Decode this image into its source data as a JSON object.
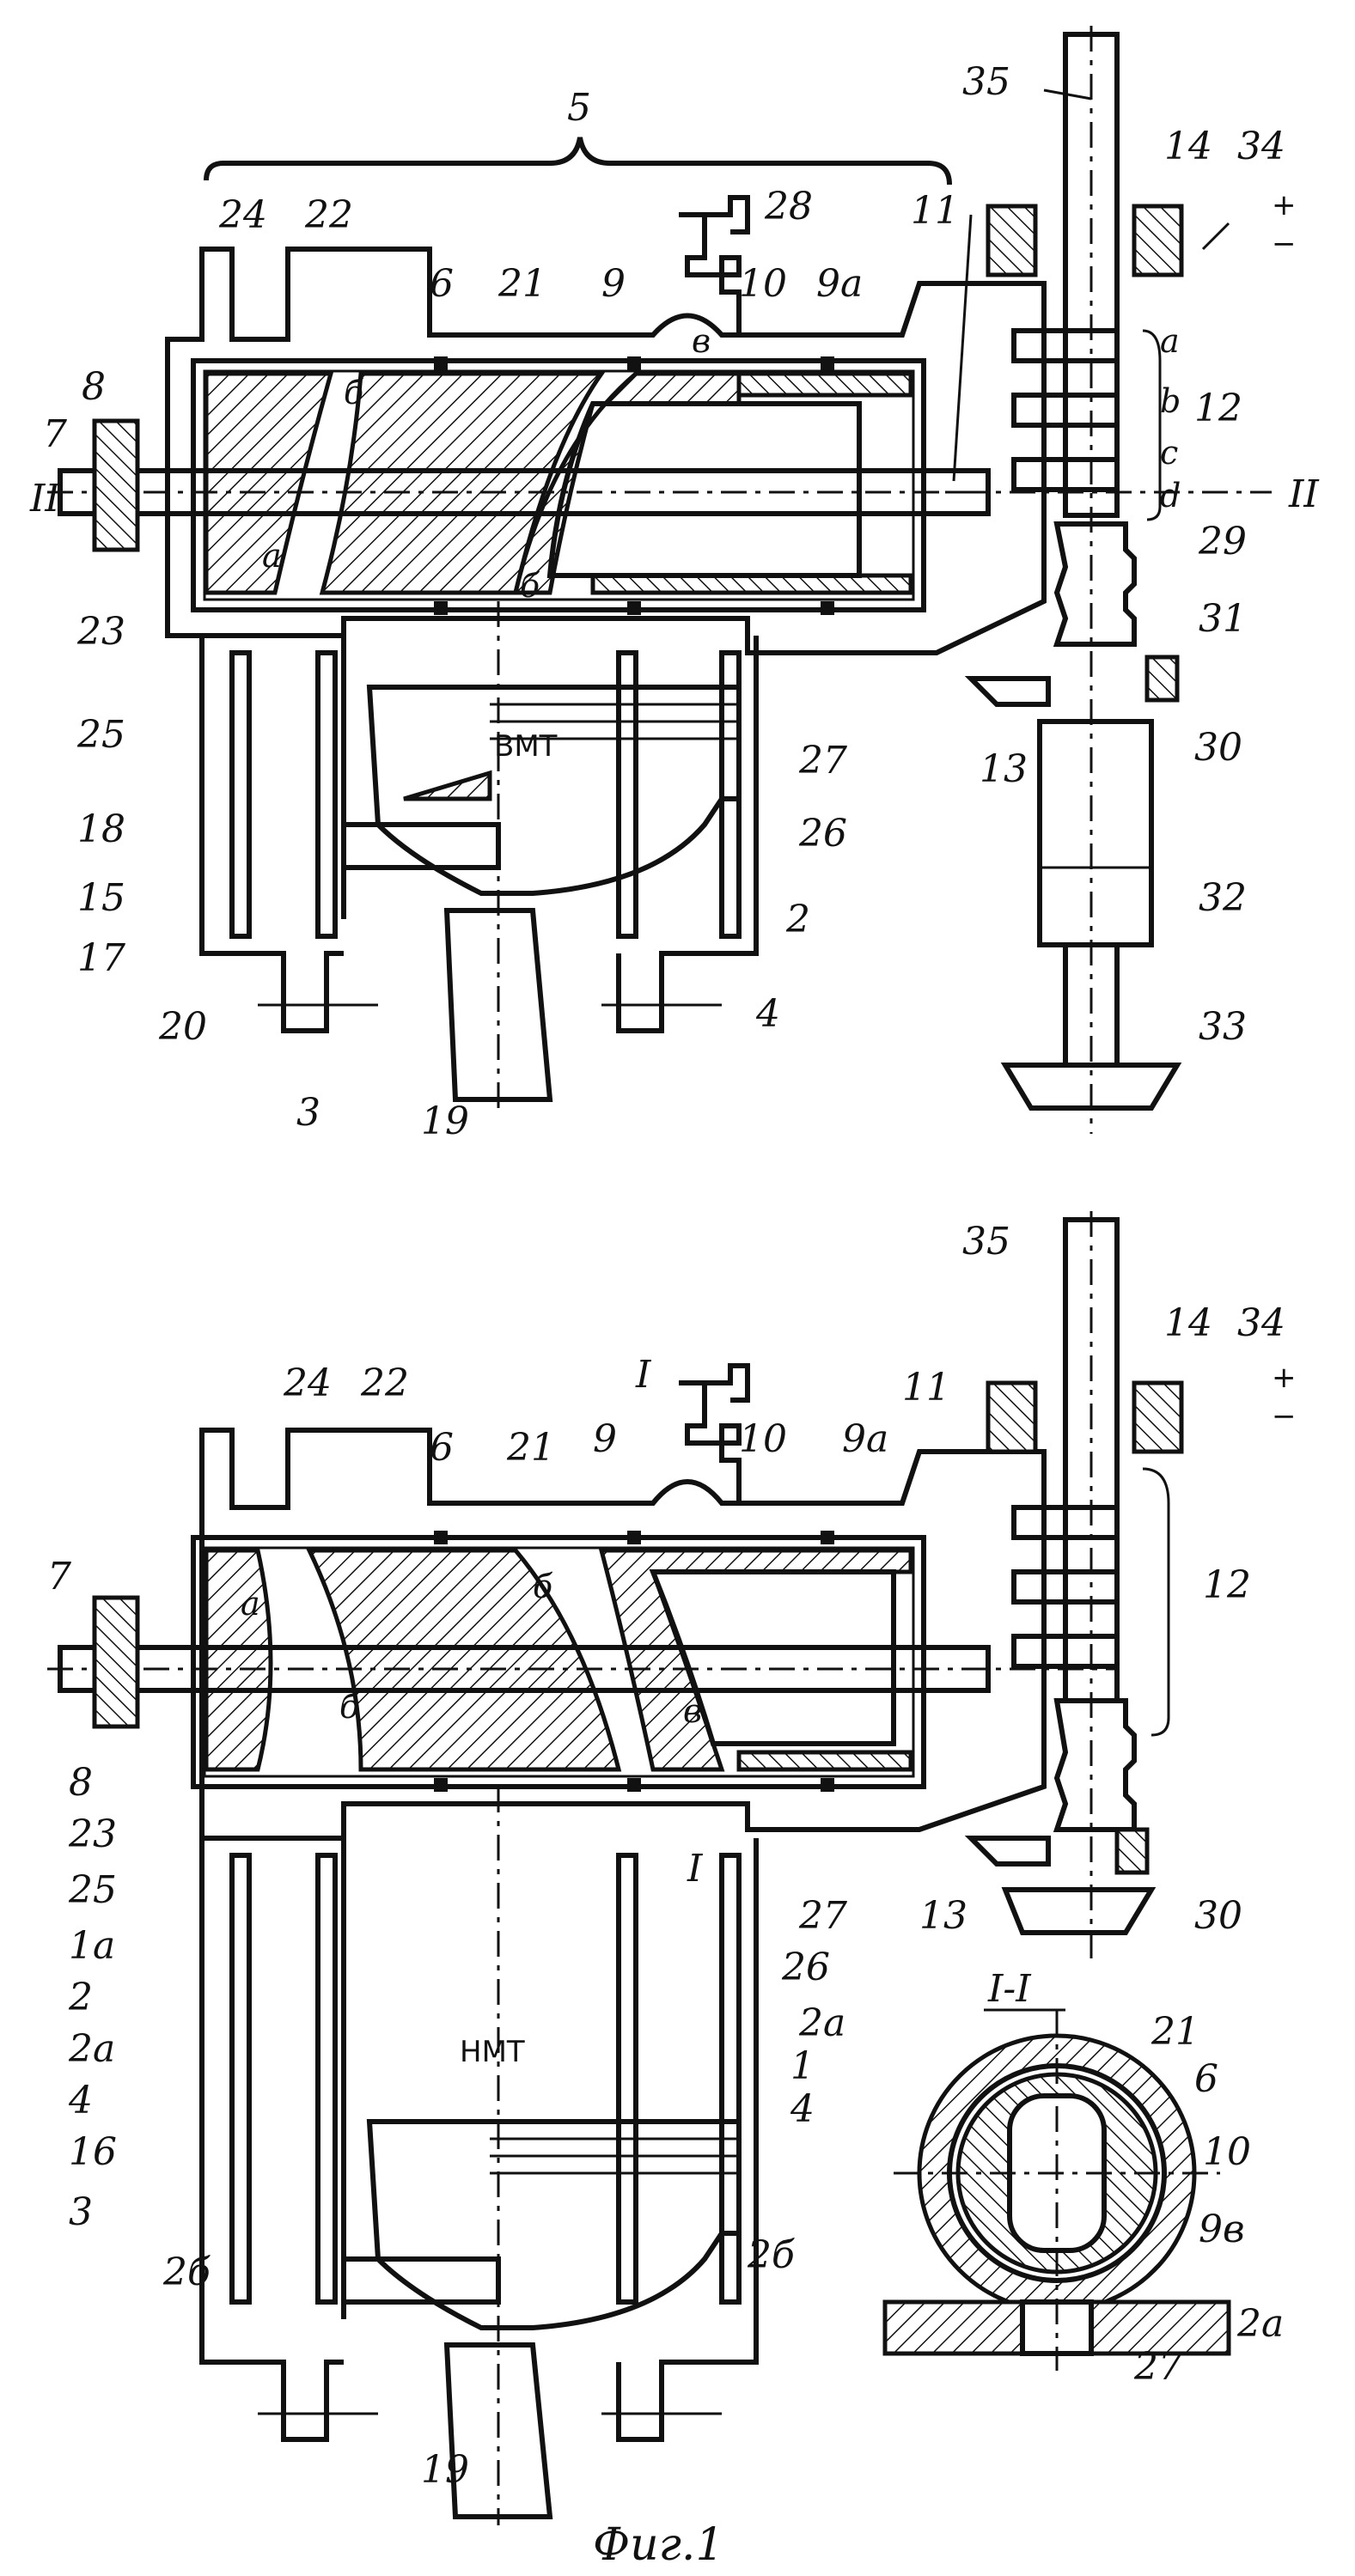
{
  "figure": {
    "caption": "Фиг.1"
  },
  "top_view": {
    "labels": {
      "n5": "5",
      "n35": "35",
      "n14": "14",
      "n34": "34",
      "plus": "+",
      "minus": "−",
      "n24": "24",
      "n22": "22",
      "n28": "28",
      "n6": "6",
      "n21": "21",
      "n9": "9",
      "n10": "10",
      "n9a": "9а",
      "n11": "11",
      "a": "a",
      "b": "b",
      "c": "c",
      "d": "d",
      "n12": "12",
      "n7": "7",
      "II_left": "II",
      "II_right": "II",
      "n8": "8",
      "rot_b": "б",
      "rot_a": "а",
      "rot_v": "в",
      "rot_b2": "б",
      "n29": "29",
      "n23": "23",
      "n31": "31",
      "n25": "25",
      "n27": "27",
      "n13": "13",
      "n30": "30",
      "bmt": "ВМТ",
      "n18": "18",
      "n26": "26",
      "n15": "15",
      "n32": "32",
      "n17": "17",
      "n2": "2",
      "n20": "20",
      "n4": "4",
      "n33": "33",
      "n3": "3",
      "n19": "19"
    }
  },
  "bottom_view": {
    "labels": {
      "n35": "35",
      "n14": "14",
      "n34": "34",
      "plus": "+",
      "minus": "−",
      "n24": "24",
      "n22": "22",
      "I_mark": "I",
      "n6": "6",
      "n21": "21",
      "n9": "9",
      "n10": "10",
      "n9a": "9а",
      "n11": "11",
      "n12": "12",
      "n7": "7",
      "rot_a": "а",
      "rot_b": "б",
      "rot_b2": "б",
      "rot_v": "в",
      "n8": "8",
      "n23": "23",
      "n25": "25",
      "n27": "27",
      "n13": "13",
      "n30": "30",
      "n1a": "1а",
      "n26": "26",
      "I_mark2": "I",
      "n2": "2",
      "nmt": "НМТ",
      "n2a_left": "2а",
      "n1": "1",
      "n2a_right": "2а",
      "n4_left": "4",
      "n4_right": "4",
      "n16": "16",
      "n3": "3",
      "n2b_left": "2б",
      "n2b_right": "2б",
      "n19": "19"
    }
  },
  "section_view": {
    "labels": {
      "title": "I-I",
      "n21": "21",
      "n6": "6",
      "n10": "10",
      "n9v": "9в",
      "n27": "27",
      "n2a": "2а"
    }
  }
}
